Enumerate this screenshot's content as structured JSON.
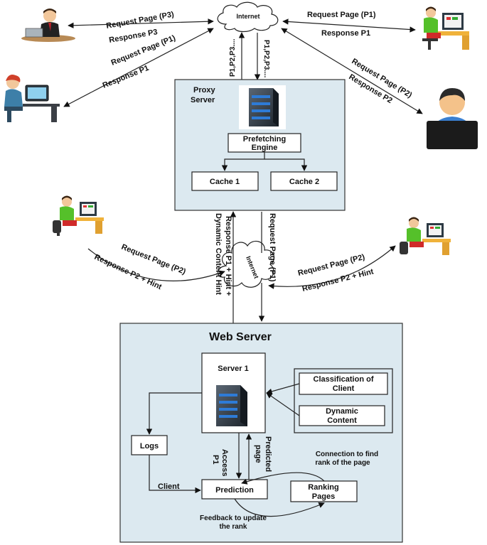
{
  "clouds": {
    "top": "Internet",
    "middle": "Internet"
  },
  "proxy": {
    "title_line1": "Proxy",
    "title_line2": "Server",
    "prefetch_line1": "Prefetching",
    "prefetch_line2": "Engine",
    "cache1": "Cache 1",
    "cache2": "Cache 2"
  },
  "top_links": {
    "p3_request": "Request Page (P3)",
    "p3_response": "Response P3",
    "p1_left_request": "Request Page (P1)",
    "p1_left_response": "Response P1",
    "p1_right_request": "Request Page (P1)",
    "p1_right_response": "Response P1",
    "p2_right_request": "Request Page (P2)",
    "p2_right_response": "Response P2",
    "up_pages": "P1,P2,P3....",
    "down_pages": "P1,P2,P3...."
  },
  "mid_links": {
    "proxy_request": "Request Page (P1)",
    "proxy_response_line1": "Response P1 + Hint +",
    "proxy_response_line2": "Dynamic Content Hint",
    "left_request": "Request Page (P2)",
    "left_response": "Response P2 + Hint",
    "right_request": "Request Page (P2)",
    "right_response": "Response P2 + Hint"
  },
  "web": {
    "title": "Web Server",
    "server1": "Server 1",
    "classification_line1": "Classification of",
    "classification_line2": "Client",
    "dynamic_line1": "Dynamic",
    "dynamic_line2": "Content",
    "logs": "Logs",
    "client": "Client",
    "prediction": "Prediction",
    "ranking_line1": "Ranking",
    "ranking_line2": "Pages",
    "access_line1": "Access",
    "access_line2": "P1",
    "predicted_line1": "Predicted",
    "predicted_line2": "page",
    "connection_line1": "Connection to find",
    "connection_line2": "rank of the page",
    "feedback_line1": "Feedback to update",
    "feedback_line2": "the rank"
  },
  "colors": {
    "panel_fill": "#dce9f0",
    "shirt_green": "#55c02a",
    "shirt_blue": "#3a7fd0",
    "desk_orange": "#f0b23a"
  }
}
